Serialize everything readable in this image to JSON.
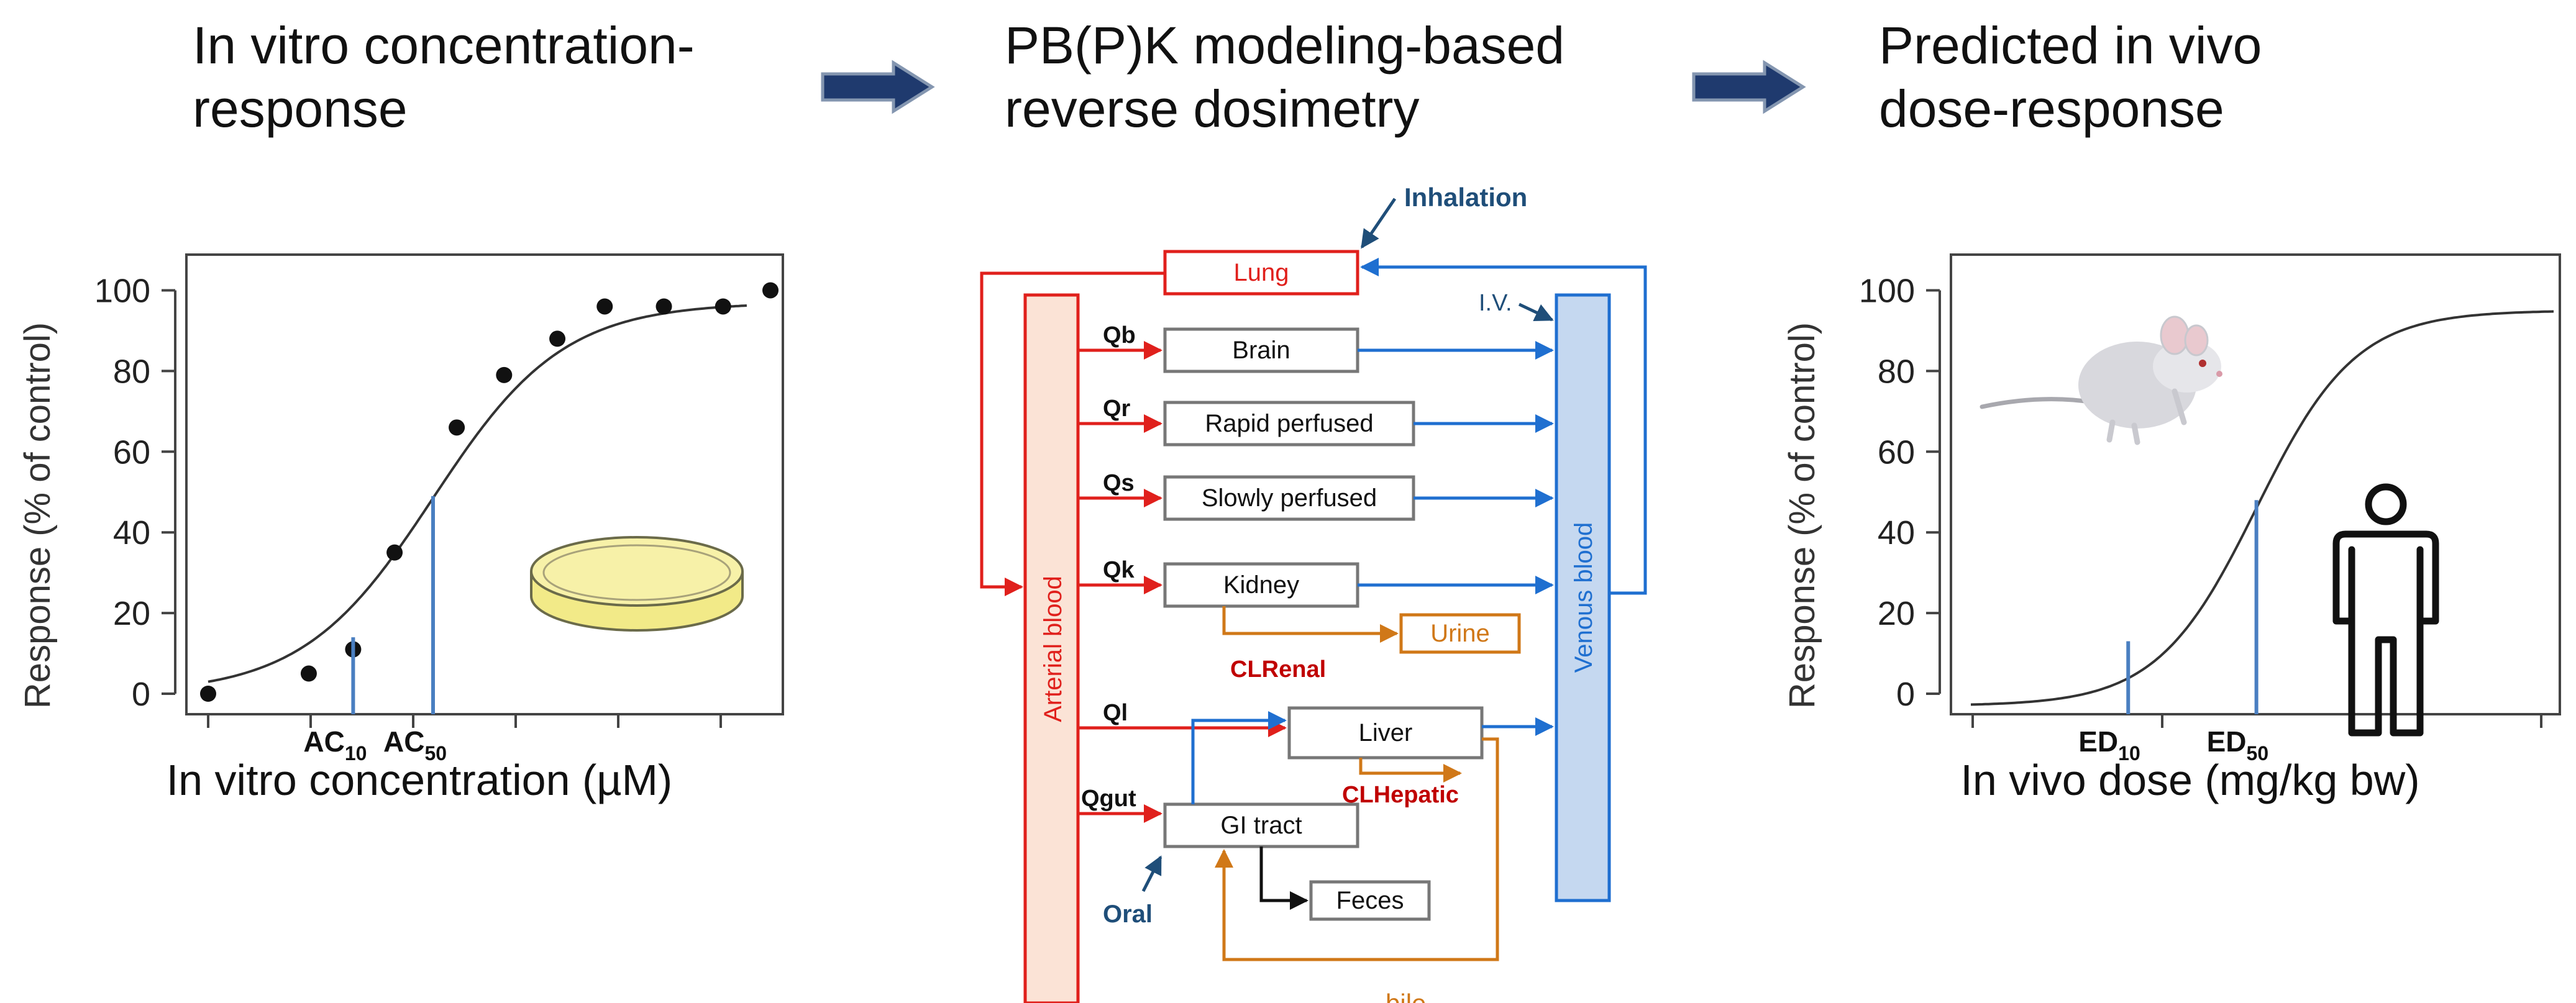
{
  "headings": {
    "left": [
      "In vitro concentration-",
      "response"
    ],
    "middle": [
      "PB(P)K modeling-based",
      "reverse dosimetry"
    ],
    "right": [
      "Predicted in vivo",
      "dose-response"
    ]
  },
  "colors": {
    "arrow_fill": "#1f3a6e",
    "arrow_stroke": "#8496b0",
    "curve": "#333333",
    "marker_line": "#4a7fc1",
    "arterial": "#e0201c",
    "arterial_fill": "#fbe3d6",
    "venous": "#1f6fd0",
    "venous_fill": "#c5d8f0",
    "flow_label": "#1f4e79",
    "clearance": "#c00000",
    "excretion": "#d07818"
  },
  "icons": {
    "left_chart": "petri-dish-icon",
    "right_chart_animal": "mouse-icon",
    "right_chart_human": "person-icon",
    "flow": "right-arrow-icon"
  },
  "chart_data": [
    {
      "type": "scatter",
      "title": "",
      "xlabel": "In vitro concentration (µM)",
      "ylabel": "Response (% of control)",
      "yticks": [
        "0",
        "20",
        "40",
        "60",
        "80",
        "100"
      ],
      "ylim": [
        0,
        105
      ],
      "x_ticks_count": 6,
      "points": [
        {
          "x": 0.0,
          "y": 0
        },
        {
          "x": 1.7,
          "y": 5
        },
        {
          "x": 2.45,
          "y": 11
        },
        {
          "x": 3.15,
          "y": 35
        },
        {
          "x": 4.2,
          "y": 66
        },
        {
          "x": 5.0,
          "y": 79
        },
        {
          "x": 5.9,
          "y": 88
        },
        {
          "x": 6.7,
          "y": 96
        },
        {
          "x": 7.7,
          "y": 96
        },
        {
          "x": 8.7,
          "y": 96
        },
        {
          "x": 9.5,
          "y": 100
        }
      ],
      "fit_curve": {
        "bottom": 0,
        "top": 97,
        "midpoint": 3.8,
        "slope": 1.1
      },
      "markers": [
        {
          "label": "AC",
          "sub": "10",
          "x": 2.45,
          "y": 14
        },
        {
          "label": "AC",
          "sub": "50",
          "x": 3.8,
          "y": 49
        }
      ],
      "grid": false
    },
    {
      "type": "line",
      "title": "",
      "xlabel": "In vivo dose (mg/kg bw)",
      "ylabel": "Response (% of control)",
      "yticks": [
        "0",
        "20",
        "40",
        "60",
        "80",
        "100"
      ],
      "ylim": [
        0,
        105
      ],
      "x_ticks_count": 4,
      "fit_curve": {
        "bottom": -3,
        "top": 95,
        "midpoint": 4.9,
        "slope": 0.85
      },
      "markers": [
        {
          "label": "ED",
          "sub": "10",
          "x": 2.7,
          "y": 13
        },
        {
          "label": "ED",
          "sub": "50",
          "x": 4.9,
          "y": 48
        }
      ],
      "grid": false
    }
  ],
  "pbpk": {
    "inhalation": "Inhalation",
    "iv": "I.V.",
    "oral": "Oral",
    "lung": "Lung",
    "arterial_blood": "Arterial blood",
    "venous_blood": "Venous blood",
    "compartments": {
      "brain": "Brain",
      "rapid": "Rapid perfused",
      "slowly": "Slowly perfused",
      "kidney": "Kidney",
      "liver": "Liver",
      "gi": "GI tract",
      "urine": "Urine",
      "feces": "Feces"
    },
    "flows": {
      "qb": "Qb",
      "qr": "Qr",
      "qs": "Qs",
      "qk": "Qk",
      "ql": "Ql",
      "qgut": "Qgut"
    },
    "clrenal": "CLRenal",
    "clhepatic": "CLHepatic",
    "bile_partial": "bile"
  }
}
